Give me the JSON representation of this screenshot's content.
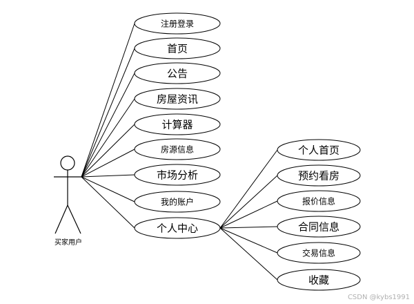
{
  "actor": {
    "label": "买家用户"
  },
  "use_cases": [
    "注册登录",
    "首页",
    "公告",
    "房屋资讯",
    "计算器",
    "房源信息",
    "市场分析",
    "我的账户",
    "个人中心"
  ],
  "personal_center_children": [
    "个人首页",
    "预约看房",
    "报价信息",
    "合同信息",
    "交易信息",
    "收藏"
  ],
  "watermark": "CSDN @kybs1991"
}
